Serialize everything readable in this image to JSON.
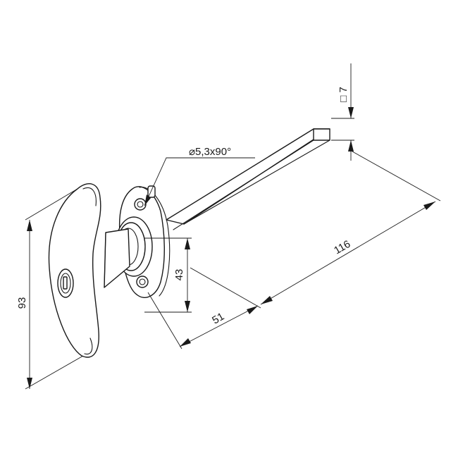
{
  "drawing": {
    "dimensions": {
      "square_label": "□ 7",
      "hole_label": "⌀5,3x90°",
      "length_label": "116",
      "base_label": "51",
      "spacing_label": "43",
      "height_label": "93"
    }
  }
}
